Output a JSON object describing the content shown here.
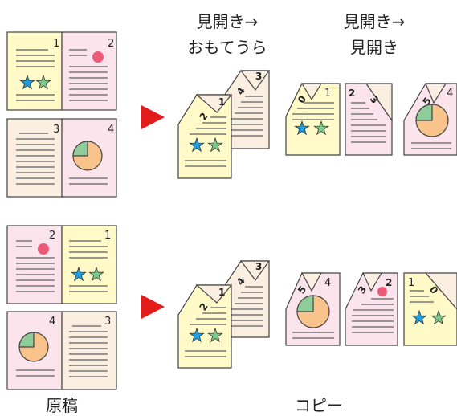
{
  "headers": {
    "col1_line1": "見開き→",
    "col1_line2": "おもてうら",
    "col2_line1": "見開き→",
    "col2_line2": "見開き"
  },
  "footer": {
    "original_label": "原稿",
    "copy_label": "コピー"
  },
  "page_numbers": {
    "p1": "1",
    "p2": "2",
    "p3": "3",
    "p4": "4"
  },
  "colors": {
    "yellow_page": "#fffac8",
    "pink_page": "#fbe4ec",
    "beige_page": "#fbefe2",
    "arrow_red": "#e41b1b",
    "star_blue": "#1e9fe0",
    "star_green": "#7bc98a",
    "pie_orange": "#f8c48c",
    "pie_green": "#8fcc9a",
    "dot_pink": "#ec5a78",
    "outline": "#444444"
  }
}
